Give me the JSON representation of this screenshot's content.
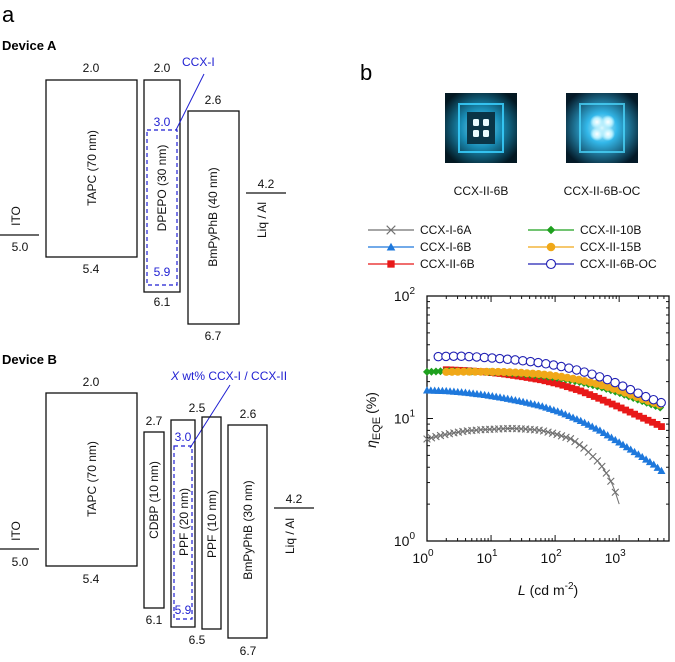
{
  "panel_a": {
    "letter": "a",
    "device_a": {
      "title": "Device A",
      "layers": [
        {
          "name": "TAPC (70 nm)",
          "top": "2.0",
          "bottom": "5.4"
        },
        {
          "name": "DPEPO (30 nm)",
          "top": "2.0",
          "bottom": "6.1"
        },
        {
          "name": "BmPyPhB (40 nm)",
          "top": "2.6",
          "bottom": "6.7"
        }
      ],
      "ito": {
        "name": "ITO",
        "level": "5.0"
      },
      "cathode": {
        "name": "Liq / Al",
        "level": "4.2"
      },
      "dopant": {
        "name": "CCX-I",
        "top": "3.0",
        "bottom": "5.9"
      }
    },
    "device_b": {
      "title": "Device B",
      "layers": [
        {
          "name": "TAPC (70 nm)",
          "top": "2.0",
          "bottom": "5.4"
        },
        {
          "name": "CDBP (10 nm)",
          "top": "2.7",
          "bottom": "6.1"
        },
        {
          "name": "PPF (20 nm)",
          "top": "",
          "bottom": ""
        },
        {
          "name": "PPF (10 nm)",
          "top": "2.5",
          "bottom": "6.5"
        },
        {
          "name": "BmPyPhB (30 nm)",
          "top": "2.6",
          "bottom": "6.7"
        }
      ],
      "ito": {
        "name": "ITO",
        "level": "5.0"
      },
      "cathode": {
        "name": "Liq / Al",
        "level": "4.2"
      },
      "dopant": {
        "name_prefix": "X",
        "name_rest": " wt% CCX-I / CCX-II",
        "top": "3.0",
        "bottom": "5.9"
      }
    }
  },
  "panel_b": {
    "letter": "b",
    "photos": [
      {
        "caption": "CCX-II-6B",
        "pixels": "4 dim pixels"
      },
      {
        "caption": "CCX-II-6B-OC",
        "pixels": "4 bright pixels"
      }
    ]
  },
  "colors": {
    "CCX-I-6A": "#707070",
    "CCX-I-6B": "#1e78dc",
    "CCX-II-6B": "#e81818",
    "CCX-II-10B": "#1ea01e",
    "CCX-II-15B": "#f0a818",
    "CCX-II-6B-OC": "#2020b4",
    "blue_annotation": "#1f1fd2"
  },
  "chart_data": {
    "type": "scatter",
    "title": "",
    "xlabel_main": "L",
    "xlabel_unit": "(cd m",
    "xlabel_sup": "-2",
    "xlabel_close": ")",
    "ylabel_main": "η",
    "ylabel_sub": "EQE",
    "ylabel_unit": "(%)",
    "x_scale": "log",
    "y_scale": "log",
    "xlim": [
      1,
      6000
    ],
    "ylim": [
      1,
      100
    ],
    "x_ticks": [
      {
        "base": "10",
        "exp": "0",
        "value": 1
      },
      {
        "base": "10",
        "exp": "1",
        "value": 10
      },
      {
        "base": "10",
        "exp": "2",
        "value": 100
      },
      {
        "base": "10",
        "exp": "3",
        "value": 1000
      }
    ],
    "y_ticks": [
      {
        "base": "10",
        "exp": "0",
        "value": 1
      },
      {
        "base": "10",
        "exp": "1",
        "value": 10
      },
      {
        "base": "10",
        "exp": "2",
        "value": 100
      }
    ],
    "legend_position": "top, above plot, two columns",
    "series": [
      {
        "name": "CCX-I-6A",
        "marker": "x",
        "points": [
          [
            1,
            6.8
          ],
          [
            1.5,
            7.2
          ],
          [
            2.5,
            7.6
          ],
          [
            4,
            7.9
          ],
          [
            7,
            8.1
          ],
          [
            12,
            8.2
          ],
          [
            20,
            8.3
          ],
          [
            35,
            8.2
          ],
          [
            60,
            8.0
          ],
          [
            100,
            7.5
          ],
          [
            180,
            6.8
          ],
          [
            300,
            5.6
          ],
          [
            500,
            4.3
          ],
          [
            700,
            3.3
          ],
          [
            850,
            2.6
          ],
          [
            1000,
            2.0
          ]
        ]
      },
      {
        "name": "CCX-I-6B",
        "marker": "triangle",
        "points": [
          [
            1,
            17
          ],
          [
            2,
            16.8
          ],
          [
            4,
            16.3
          ],
          [
            8,
            15.6
          ],
          [
            15,
            14.8
          ],
          [
            30,
            13.8
          ],
          [
            60,
            12.7
          ],
          [
            120,
            11.3
          ],
          [
            250,
            9.6
          ],
          [
            500,
            8.0
          ],
          [
            1000,
            6.4
          ],
          [
            2000,
            5.1
          ],
          [
            3500,
            4.2
          ],
          [
            5000,
            3.6
          ]
        ]
      },
      {
        "name": "CCX-II-6B",
        "marker": "square",
        "points": [
          [
            2,
            25
          ],
          [
            4,
            24.6
          ],
          [
            8,
            24
          ],
          [
            15,
            23.2
          ],
          [
            30,
            22
          ],
          [
            60,
            20.7
          ],
          [
            120,
            19
          ],
          [
            250,
            16.8
          ],
          [
            500,
            14.5
          ],
          [
            1000,
            12.4
          ],
          [
            2000,
            10.5
          ],
          [
            3500,
            9.2
          ],
          [
            5000,
            8.4
          ]
        ]
      },
      {
        "name": "CCX-II-10B",
        "marker": "diamond",
        "points": [
          [
            1,
            24
          ],
          [
            2,
            24.4
          ],
          [
            4,
            24.3
          ],
          [
            8,
            24
          ],
          [
            15,
            23.7
          ],
          [
            30,
            23.1
          ],
          [
            60,
            22.3
          ],
          [
            120,
            21.3
          ],
          [
            250,
            19.8
          ],
          [
            500,
            18.1
          ],
          [
            1000,
            16.2
          ],
          [
            2000,
            14.2
          ],
          [
            3500,
            12.8
          ],
          [
            5000,
            12
          ]
        ]
      },
      {
        "name": "CCX-II-15B",
        "marker": "circle",
        "points": [
          [
            2,
            24
          ],
          [
            4,
            24.1
          ],
          [
            8,
            24.1
          ],
          [
            15,
            24
          ],
          [
            30,
            23.6
          ],
          [
            60,
            23
          ],
          [
            120,
            22
          ],
          [
            250,
            20.6
          ],
          [
            500,
            18.9
          ],
          [
            1000,
            16.9
          ],
          [
            2000,
            14.8
          ],
          [
            3500,
            13.4
          ],
          [
            5000,
            12.6
          ]
        ]
      },
      {
        "name": "CCX-II-6B-OC",
        "marker": "open-circle",
        "points": [
          [
            1.5,
            32
          ],
          [
            3,
            32.3
          ],
          [
            6,
            31.8
          ],
          [
            12,
            31
          ],
          [
            25,
            30
          ],
          [
            50,
            28.8
          ],
          [
            100,
            27.2
          ],
          [
            200,
            25.2
          ],
          [
            400,
            22.8
          ],
          [
            800,
            20
          ],
          [
            1500,
            17.2
          ],
          [
            2500,
            15.2
          ],
          [
            4000,
            13.8
          ],
          [
            5000,
            13.2
          ]
        ]
      }
    ]
  }
}
